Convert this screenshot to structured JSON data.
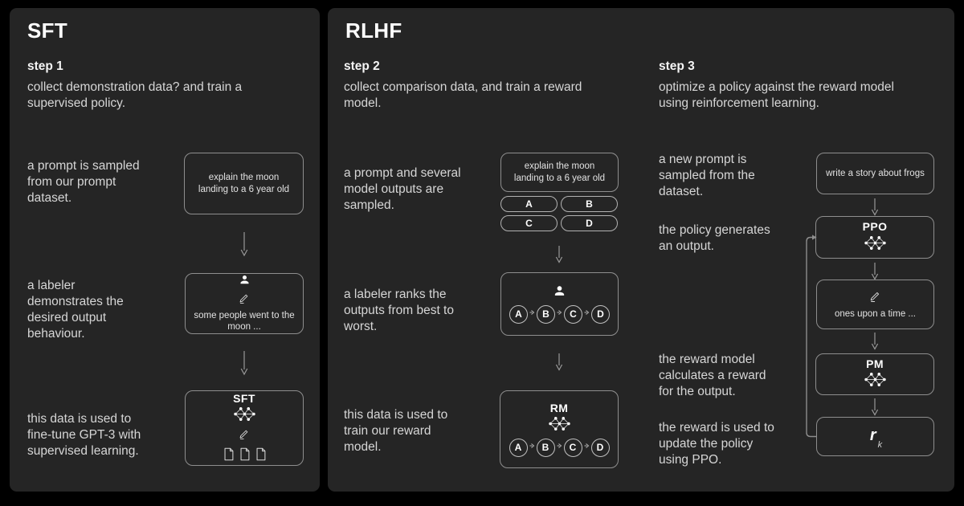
{
  "colors": {
    "background": "#000000",
    "panel": "#252525",
    "heading": "#ffffff",
    "body_text": "#d6d6d6",
    "box_border": "#8e8e8e",
    "arrow": "#9a9a9a"
  },
  "sft": {
    "title": "SFT"
  },
  "rlhf": {
    "title": "RLHF"
  },
  "step1": {
    "label": "step 1",
    "desc": "collect demonstration data? and train a supervised policy.",
    "row1_text": "a prompt is sampled from our prompt dataset.",
    "row1_box": "explain the moon landing to a 6 year old",
    "row2_text": "a labeler demonstrates the desired output behaviour.",
    "row2_box": "some people went to the moon ...",
    "row3_text": "this data is used to fine-tune GPT-3 with supervised learning.",
    "row3_box_title": "SFT"
  },
  "step2": {
    "label": "step 2",
    "desc": "collect comparison data, and train a reward model.",
    "row1_text": "a prompt and several model outputs are sampled.",
    "row1_box": "explain the moon landing to a 6 year old",
    "options": [
      "A",
      "B",
      "C",
      "D"
    ],
    "row2_text": "a labeler ranks the outputs from best to worst.",
    "ranking": [
      "A",
      "B",
      "C",
      "D"
    ],
    "row3_text": "this data is used to train our reward model.",
    "row3_box_title": "RM"
  },
  "step3": {
    "label": "step 3",
    "desc": "optimize a policy against the reward model using reinforcement learning.",
    "text1": "a new prompt is sampled from the dataset.",
    "box1": "write a story about frogs",
    "text2": "the policy generates an output.",
    "ppo_title": "PPO",
    "box3": "ones upon a time ...",
    "text3": "the reward model calculates a reward for the output.",
    "pm_title": "PM",
    "text4": "the reward is used to update the policy using PPO.",
    "reward_symbol": "r",
    "reward_subscript": "k"
  },
  "icons": [
    "person-icon",
    "pencil-icon",
    "network-icon",
    "document-icon",
    "arrow-down-icon",
    "arrow-right-icon"
  ]
}
